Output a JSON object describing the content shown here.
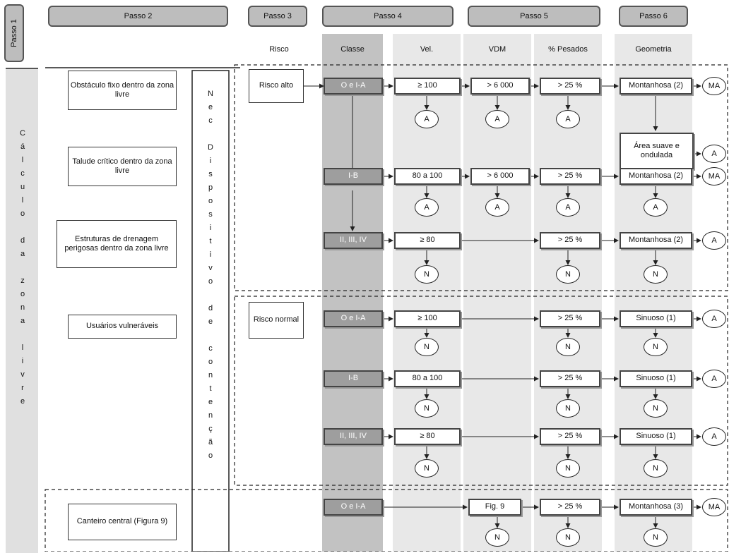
{
  "headers": {
    "passo1": "Passo 1",
    "passo2": "Passo 2",
    "passo3": "Passo 3",
    "passo4": "Passo 4",
    "passo5": "Passo 5",
    "passo6": "Passo 6"
  },
  "column_labels": {
    "risco": "Risco",
    "classe": "Classe",
    "vel": "Vel.",
    "vdm": "VDM",
    "pesados": "% Pesados",
    "geometria": "Geometria"
  },
  "left_vertical": "Cálculo da zona livre",
  "middle_vertical": "Nec Dispositivo de contenção",
  "obstacles": {
    "o1": "Obstáculo fixo dentro da zona livre",
    "o2": "Talude crítico dentro da zona livre",
    "o3": "Estruturas de drenagem perigosas dentro da zona livre",
    "o4": "Usuários vulneráveis",
    "o5": "Canteiro central (Figura 9)"
  },
  "risk": {
    "alto": "Risco alto",
    "normal": "Risco normal"
  },
  "rows": {
    "r1": {
      "classe": "O e I-A",
      "vel": "≥ 100",
      "vdm": "> 6 000",
      "pes": "> 25 %",
      "geo": "Montanhosa (2)",
      "out": "MA"
    },
    "r1b": {
      "geo": "Área suave e ondulada",
      "out": "A"
    },
    "r2": {
      "classe": "I-B",
      "vel": "80 a 100",
      "vdm": "> 6 000",
      "pes": "> 25 %",
      "geo": "Montanhosa (2)",
      "out": "MA"
    },
    "r3": {
      "classe": "II, III, IV",
      "vel": "≥ 80",
      "pes": "> 25 %",
      "geo": "Montanhosa (2)",
      "out": "A"
    },
    "r4": {
      "classe": "O e I-A",
      "vel": "≥ 100",
      "pes": "> 25 %",
      "geo": "Sinuoso (1)",
      "out": "A"
    },
    "r5": {
      "classe": "I-B",
      "vel": "80 a 100",
      "pes": "> 25 %",
      "geo": "Sinuoso (1)",
      "out": "A"
    },
    "r6": {
      "classe": "II, III, IV",
      "vel": "≥ 80",
      "pes": "> 25 %",
      "geo": "Sinuoso (1)",
      "out": "A"
    },
    "r7": {
      "classe": "O e I-A",
      "vdm": "Fig. 9",
      "pes": "> 25 %",
      "geo": "Montanhosa (3)",
      "out": "MA"
    }
  },
  "sub": {
    "A": "A",
    "N": "N"
  },
  "colors": {
    "header_fill": "#bdbdbd",
    "classe_shade": "#bfbfbf",
    "column_shade": "#e6e6e6",
    "box_gray": "#9e9e9e"
  }
}
